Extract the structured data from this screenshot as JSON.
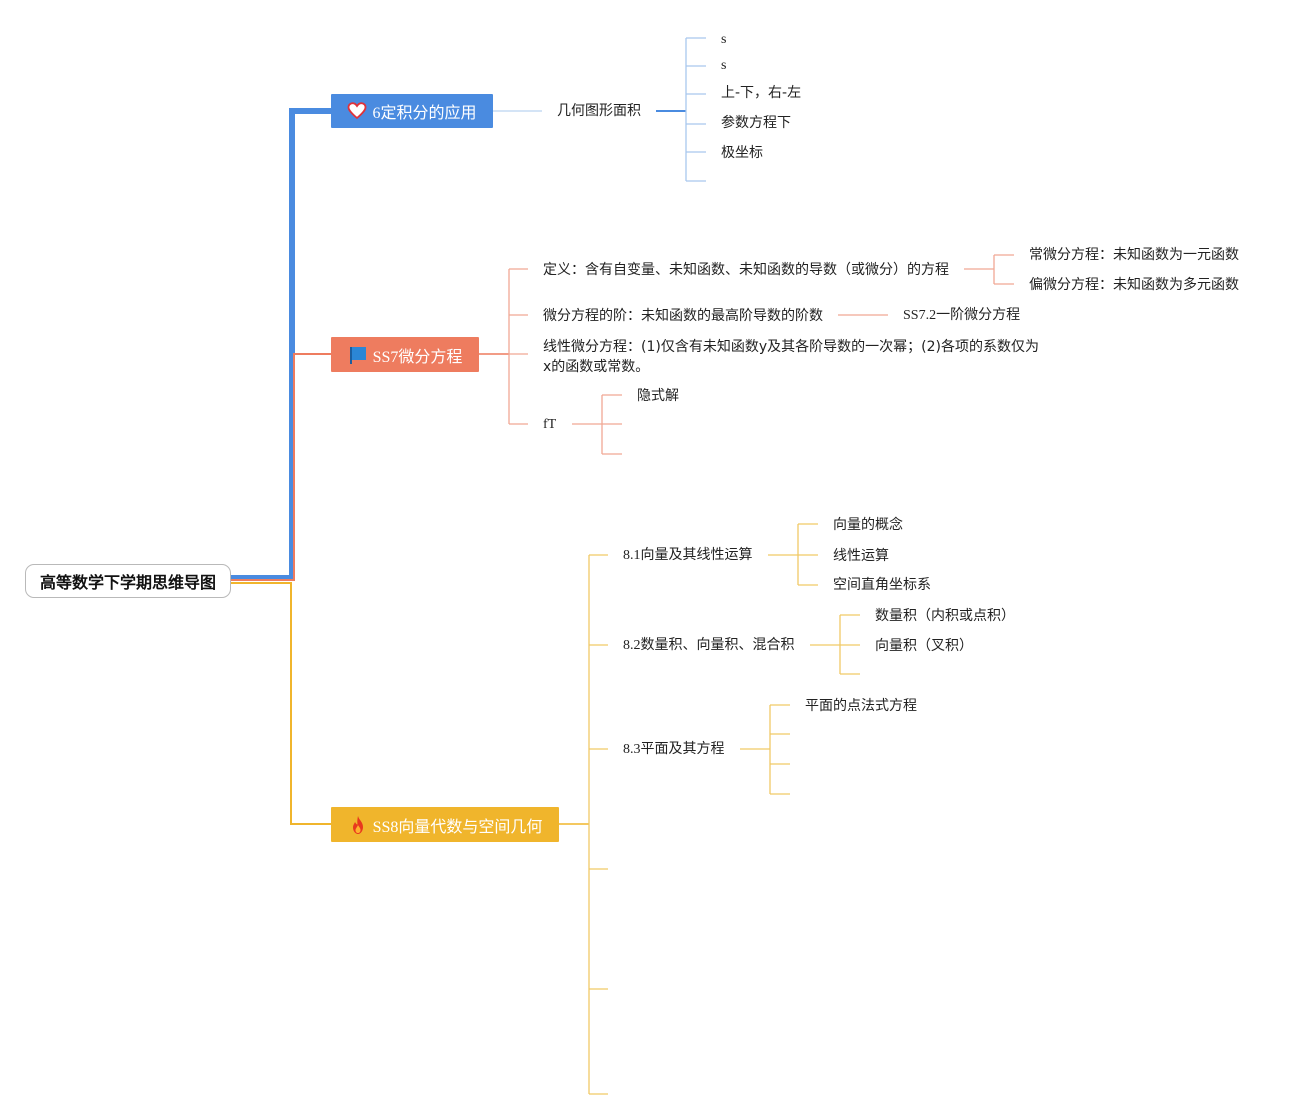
{
  "root": {
    "label": "高等数学下学期思维导图"
  },
  "colors": {
    "blue": "#4a8be0",
    "orange": "#ee7c5f",
    "yellow": "#f0b52c",
    "root_border": "#b9b9b9"
  },
  "branches": [
    {
      "label": "6定积分的应用",
      "icon": "heart-icon",
      "children": [
        {
          "label": "几何图形面积",
          "children": [
            "s",
            "s",
            "上-下，右-左",
            "参数方程下",
            "极坐标",
            ""
          ]
        }
      ]
    },
    {
      "label": "SS7微分方程",
      "icon": "flag-icon",
      "children": [
        {
          "label": "定义：含有自变量、未知函数、未知函数的导数（或微分）的方程",
          "children": [
            "常微分方程：未知函数为一元函数",
            "偏微分方程：未知函数为多元函数"
          ]
        },
        {
          "label": "微分方程的阶：未知函数的最高阶导数的阶数",
          "children": [
            "SS7.2一阶微分方程"
          ]
        },
        {
          "label": "线性微分方程：(1)仅含有未知函数y及其各阶导数的一次幂；(2)各项的系数仅为x的函数或常数。",
          "children": []
        },
        {
          "label": "fT",
          "children": [
            "隐式解",
            ""
          ]
        }
      ]
    },
    {
      "label": "SS8向量代数与空间几何",
      "icon": "fire-icon",
      "children": [
        {
          "label": "8.1向量及其线性运算",
          "children": [
            "向量的概念",
            "线性运算",
            "空间直角坐标系"
          ]
        },
        {
          "label": "8.2数量积、向量积、混合积",
          "children": [
            "数量积（内积或点积）",
            "向量积（叉积）",
            ""
          ]
        },
        {
          "label": "8.3平面及其方程",
          "children": [
            "平面的点法式方程",
            "",
            "",
            ""
          ]
        },
        {
          "label": "",
          "children": []
        },
        {
          "label": "",
          "children": []
        },
        {
          "label": "",
          "children": []
        }
      ]
    }
  ]
}
